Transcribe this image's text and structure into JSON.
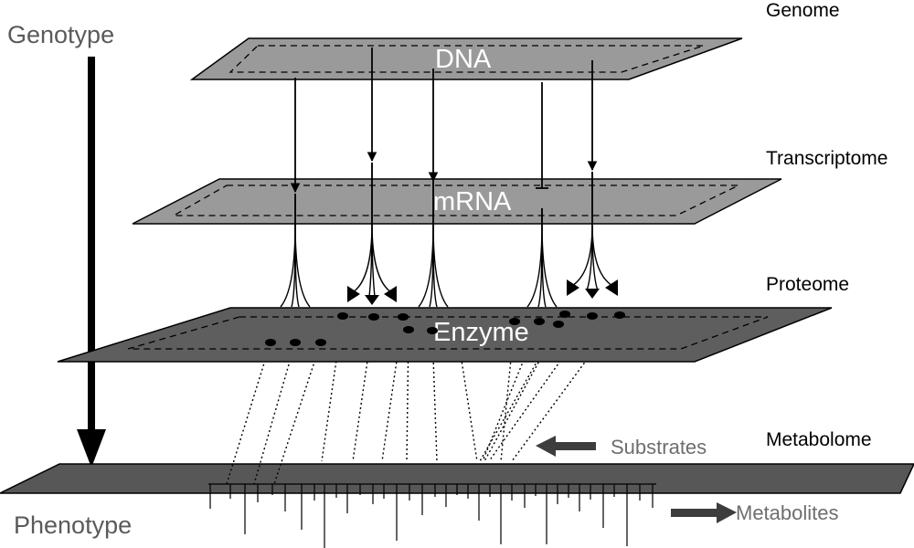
{
  "axis": {
    "top_label": "Genotype",
    "bottom_label": "Phenotype"
  },
  "layers": {
    "genome": "Genome",
    "transcriptome": "Transcriptome",
    "proteome": "Proteome",
    "metabolome": "Metabolome"
  },
  "planes": {
    "dna": "DNA",
    "mrna": "mRNA",
    "enzyme": "Enzyme"
  },
  "flows": {
    "substrates": "Substrates",
    "metabolites": "Metabolites"
  },
  "colors": {
    "plane_light": "#9a9a9a",
    "plane_dark": "#5e5e5e",
    "plane_base": "#575757",
    "flow_arrow": "#3d3d3d",
    "label_grey": "#5a5a5a"
  }
}
